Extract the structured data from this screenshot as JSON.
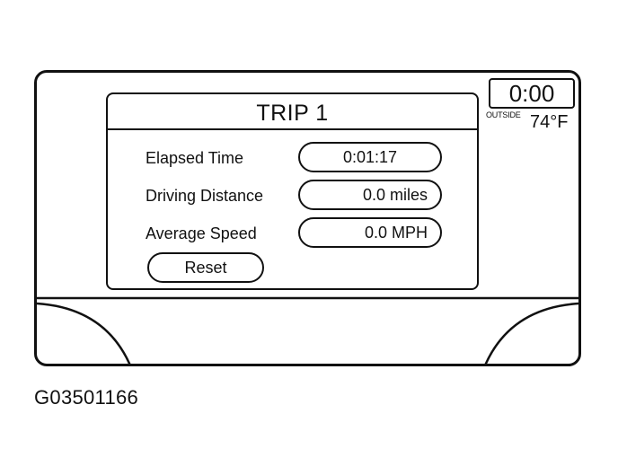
{
  "trip": {
    "title": "TRIP 1",
    "rows": [
      {
        "label": "Elapsed Time",
        "value": "0:01:17"
      },
      {
        "label": "Driving Distance",
        "value": "0.0 miles"
      },
      {
        "label": "Average Speed",
        "value": "0.0 MPH"
      }
    ],
    "reset_label": "Reset"
  },
  "status": {
    "clock": "0:00",
    "outside_label": "OUTSIDE",
    "outside_temp": "74°F"
  },
  "figure_id": "G03501166"
}
